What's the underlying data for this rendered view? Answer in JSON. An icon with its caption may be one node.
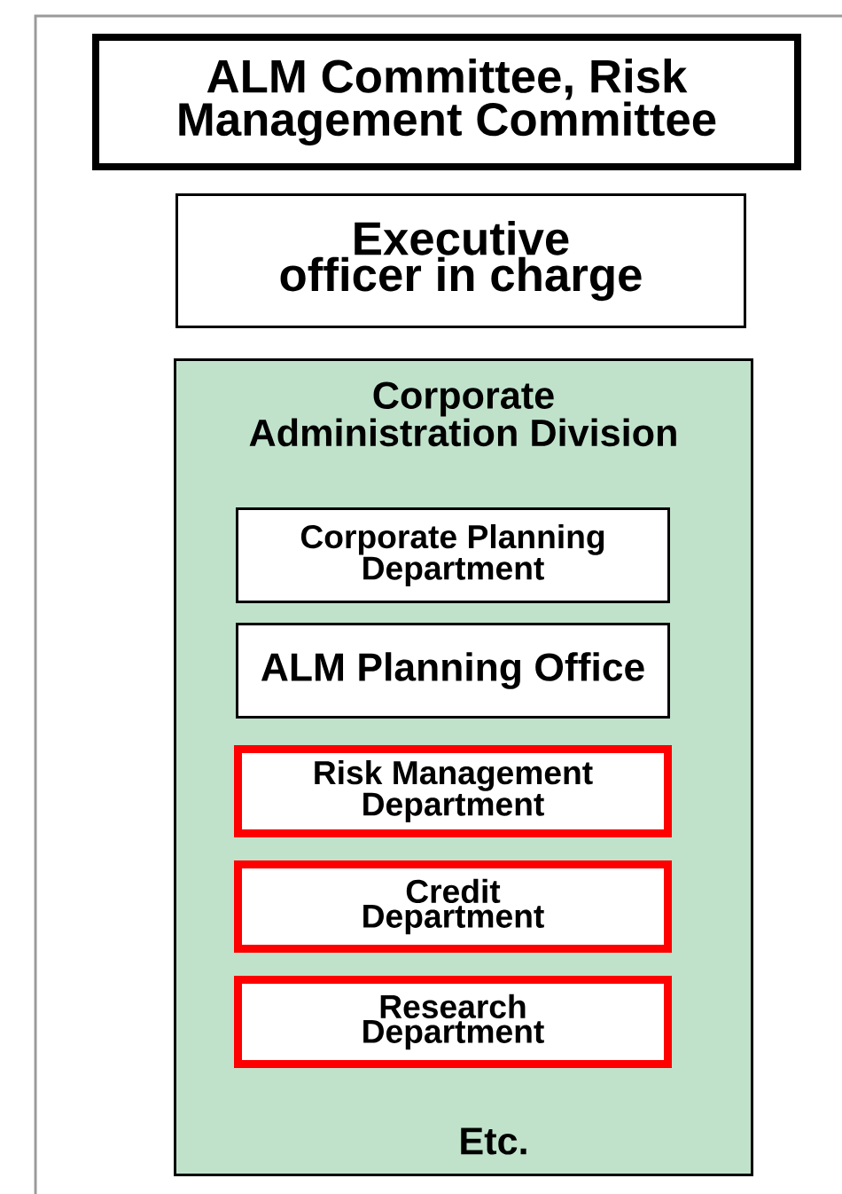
{
  "diagram": {
    "nodes": [
      {
        "text": [
          "ALM Committee, Risk Management Committee"
        ]
      },
      {
        "text": [
          "Executive officer in charge"
        ]
      },
      {
        "text": [
          "Corporate Administration Division",
          "Etc."
        ]
      },
      {
        "text": [
          "Corporate Planning Department"
        ],
        "in": 2
      },
      {
        "text": [
          "ALM Planning Office"
        ],
        "in": 2
      },
      {
        "text": [
          "Risk Management Department"
        ],
        "in": 2
      },
      {
        "text": [
          "Credit Department"
        ],
        "in": 2
      },
      {
        "text": [
          "Research Department"
        ],
        "in": 2
      }
    ]
  }
}
